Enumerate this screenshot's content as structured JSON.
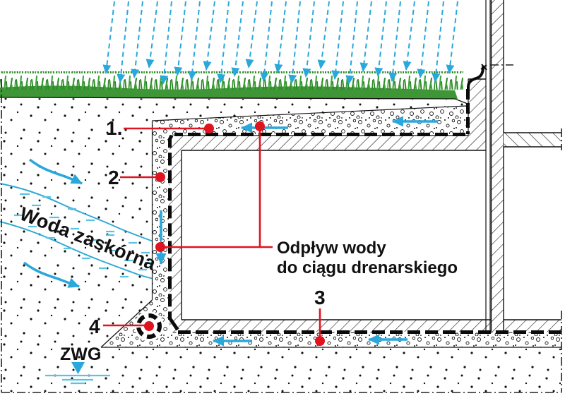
{
  "colors": {
    "red": "#e01420",
    "blue": "#2aa7db",
    "light_blue": "#5bc2e2",
    "water_line": "#2fa9d4",
    "green_grass": "#3e9637",
    "ink": "#111111"
  },
  "labels": {
    "callout_1": "1.",
    "callout_2": "2",
    "callout_3": "3",
    "callout_4": "4"
  },
  "annotations": {
    "drain_outflow_line1": "Odpływ wody",
    "drain_outflow_line2": "do ciągu drenarskiego",
    "subsurface_water": "Woda zaskórna",
    "groundwater_table": "ZWG"
  }
}
